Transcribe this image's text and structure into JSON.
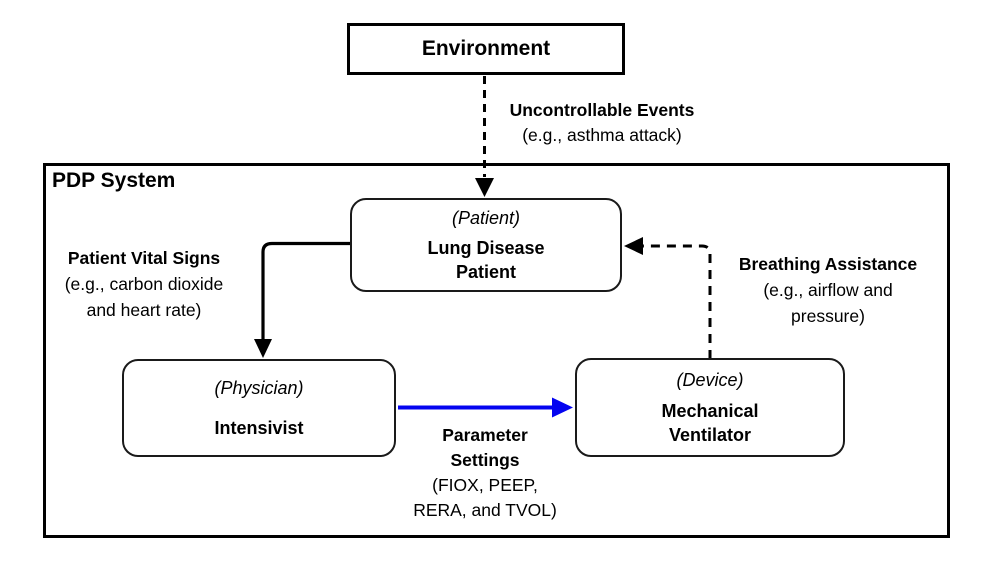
{
  "colors": {
    "ink": "#000000",
    "parameter_arrow": "#0404f0"
  },
  "environment": {
    "label": "Environment"
  },
  "system": {
    "label": "PDP System"
  },
  "nodes": {
    "patient": {
      "role": "(Patient)",
      "name": "Lung Disease\nPatient"
    },
    "physician": {
      "role": "(Physician)",
      "name": "Intensivist"
    },
    "device": {
      "role": "(Device)",
      "name": "Mechanical\nVentilator"
    }
  },
  "flows": {
    "uncontrollable": {
      "title": "Uncontrollable Events",
      "detail": "(e.g., asthma attack)"
    },
    "vital_signs": {
      "title": "Patient Vital Signs",
      "detail": "(e.g., carbon dioxide\nand heart rate)"
    },
    "breathing": {
      "title": "Breathing Assistance",
      "detail": "(e.g., airflow and\npressure)"
    },
    "parameters": {
      "title": "Parameter\nSettings",
      "detail": "(FIOX, PEEP,\nRERA, and TVOL)"
    }
  }
}
